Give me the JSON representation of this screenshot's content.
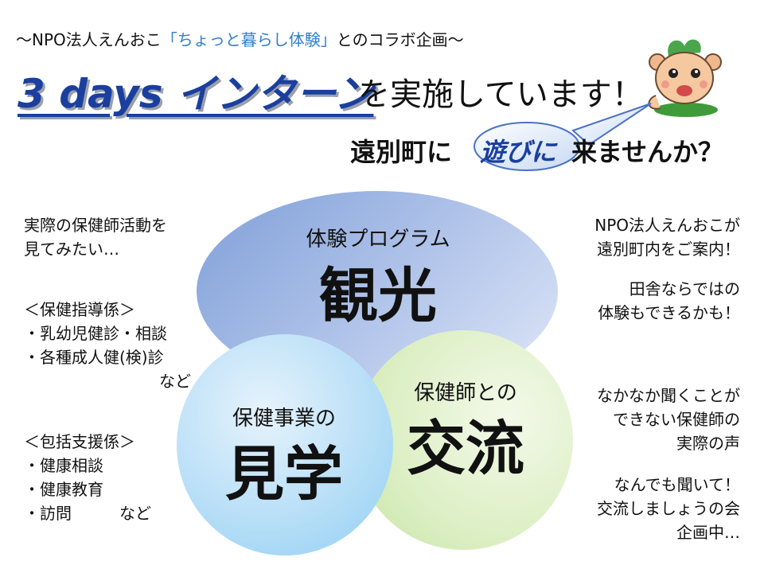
{
  "header": {
    "subtitle_prefix": "〜NPO法人えんおこ",
    "subtitle_highlight": "「ちょっと暮らし体験」",
    "subtitle_suffix": "とのコラボ企画〜",
    "title_main": "3 days インターン",
    "title_rest": "を実施しています！",
    "tagline_left": "遠別町に",
    "tagline_bubble": "遊びに",
    "tagline_right": "来ませんか？"
  },
  "circles": {
    "top": {
      "small": "体験プログラム",
      "big": "観光"
    },
    "bottom_left": {
      "small": "保健事業の",
      "big": "見学"
    },
    "bottom_right": {
      "small": "保健師との",
      "big": "交流"
    }
  },
  "left_texts": {
    "intro": [
      "実際の保健師活動を",
      "見てみたい…"
    ],
    "hoken": [
      "＜保健指導係＞",
      "・乳幼児健診・相談",
      "・各種成人健(検)診",
      "など"
    ],
    "houkatsu": [
      "＜包括支援係＞",
      "・健康相談",
      "・健康教育",
      "・訪問　　　など"
    ]
  },
  "right_texts": {
    "npo": [
      "NPO法人えんおこが",
      "遠別町内をご案内！"
    ],
    "inaka": [
      "田舎ならではの",
      "体験もできるかも！"
    ],
    "voice": [
      "なかなか聞くことが",
      "できない保健師の",
      "実際の声"
    ],
    "kouryu": [
      "なんでも聞いて！",
      "交流しましょうの会",
      "企画中…"
    ]
  },
  "colors": {
    "accent_blue": "#1a3f9e",
    "highlight_blue": "#2f7fd0",
    "circle_top": "#9db5e3",
    "circle_left": "#a7d8f5",
    "circle_right": "#d6ecbd"
  },
  "icons": {
    "mascot": "mascot-icon",
    "speech_bubble": "speech-bubble-icon"
  }
}
